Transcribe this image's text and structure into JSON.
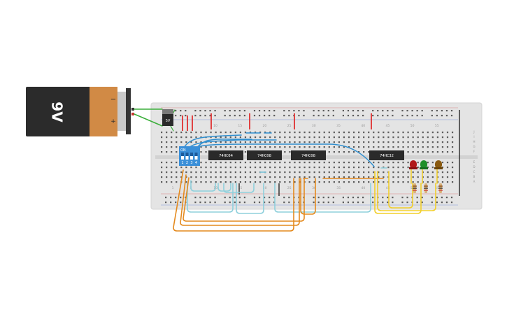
{
  "battery": {
    "label": "9V",
    "plus": "+",
    "minus": "−"
  },
  "regulator": {
    "label": "5V"
  },
  "dip_switch": {
    "on_label": "ON",
    "positions": [
      "1",
      "2",
      "3",
      "4"
    ]
  },
  "chips": [
    {
      "label": "74HC04"
    },
    {
      "label": "74HC08"
    },
    {
      "label": "74HC08"
    },
    {
      "label": "74HC32"
    }
  ],
  "column_numbers_top": [
    "10",
    "15",
    "20",
    "25",
    "30",
    "35",
    "40",
    "45",
    "50",
    "55"
  ],
  "column_numbers_bottom": [
    "1",
    "5",
    "10",
    "15",
    "20",
    "25",
    "30",
    "35",
    "40",
    "45",
    "50",
    "55"
  ],
  "row_letters_right": [
    "J",
    "I",
    "H",
    "G",
    "F",
    "E",
    "D",
    "C",
    "B",
    "A"
  ],
  "colors": {
    "breadboard": "#e4e4e4",
    "battery_orange": "#d18a45",
    "battery_black": "#2b2b2b",
    "chip": "#2a2a2a",
    "dip_blue": "#3a8fd8",
    "wire_blue": "#2f8fd0",
    "wire_light_blue": "#8fd0dc",
    "wire_orange": "#e48a1e",
    "wire_yellow": "#f2cf2c",
    "wire_red": "#e03030",
    "wire_green": "#3aae3a",
    "led_red": "#b01818",
    "led_green": "#1f8f2a",
    "led_brown": "#8a5a10"
  }
}
